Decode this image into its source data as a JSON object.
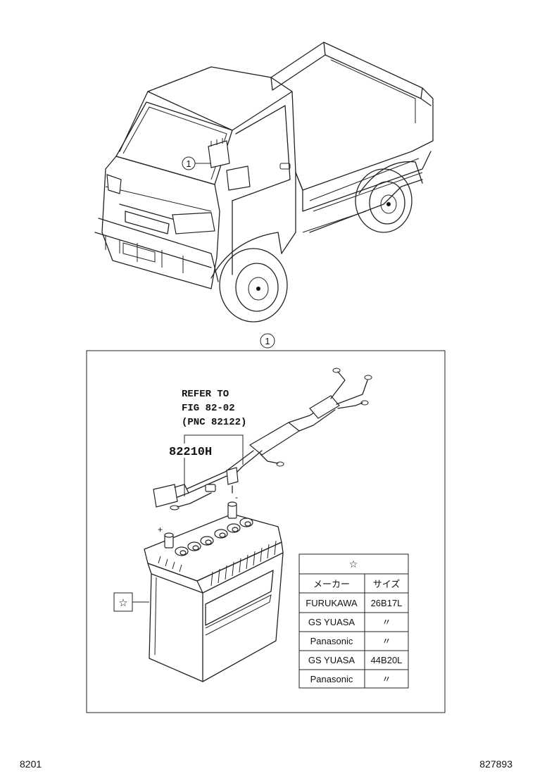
{
  "callout": {
    "number": "1"
  },
  "refer_note": {
    "line1": "REFER TO",
    "line2": "FIG 82-02",
    "line3": "(PNC 82122)"
  },
  "part_number": "82210H",
  "terminal_labels": {
    "plus": "+",
    "minus": "-"
  },
  "star_symbol": "☆",
  "table": {
    "header_symbol": "☆",
    "columns": [
      "メーカー",
      "サイズ"
    ],
    "rows": [
      [
        "FURUKAWA",
        "26B17L"
      ],
      [
        "GS YUASA",
        "〃"
      ],
      [
        "Panasonic",
        "〃"
      ],
      [
        "GS YUASA",
        "44B20L"
      ],
      [
        "Panasonic",
        "〃"
      ]
    ]
  },
  "footer": {
    "left": "8201",
    "right": "827893"
  }
}
